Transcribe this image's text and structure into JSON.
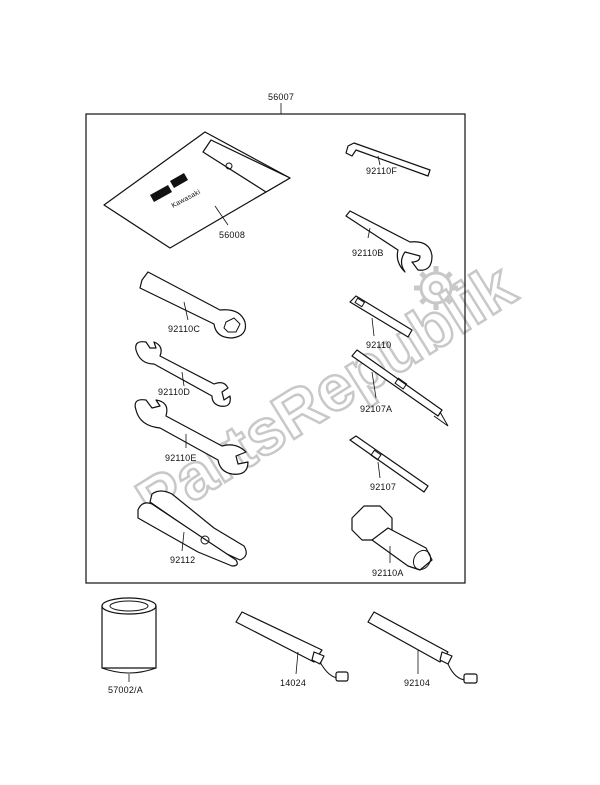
{
  "kit_label": "56007",
  "watermark": "PartsRepublik",
  "pouch": {
    "label": "56008",
    "brand": "Kawasaki"
  },
  "parts": {
    "p92110F": "92110F",
    "p92110B": "92110B",
    "p92110C": "92110C",
    "p92110": "92110",
    "p92110D": "92110D",
    "p92107A": "92107A",
    "p92110E": "92110E",
    "p92107": "92107",
    "p92112": "92112",
    "p92110A": "92110A",
    "p57002A": "57002/A",
    "p14024": "14024",
    "p92104": "92104"
  }
}
